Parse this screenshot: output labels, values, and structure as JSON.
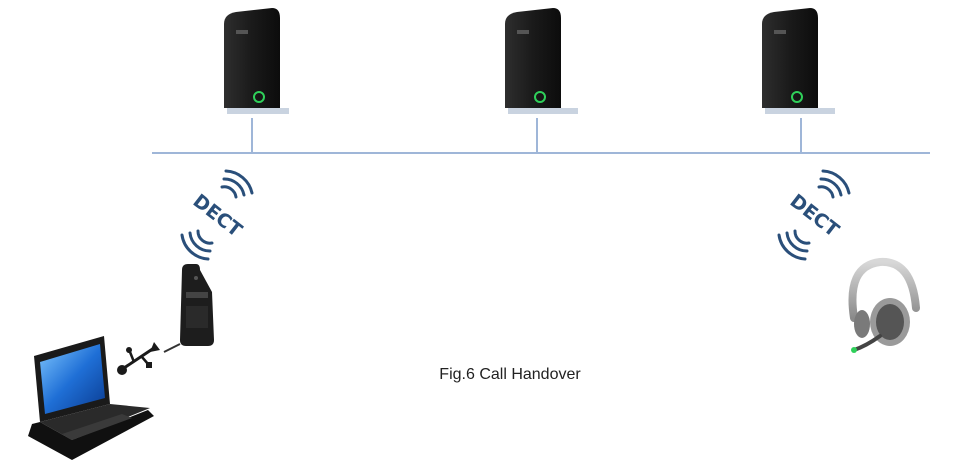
{
  "figure": {
    "caption": "Fig.6 Call Handover",
    "dect_labels": [
      "DECT",
      "DECT"
    ]
  },
  "colors": {
    "network_line": "#9fb6d8",
    "base_body": "#1c1c1c",
    "base_led": "#2fd05a",
    "dect_text": "#2a4f7a"
  },
  "icons": {
    "base_stations": [
      "base-station-icon",
      "base-station-icon",
      "base-station-icon"
    ],
    "laptop": "laptop-icon",
    "usb": "usb-icon",
    "handset_dongle": "dongle-icon",
    "headset": "headset-icon"
  }
}
